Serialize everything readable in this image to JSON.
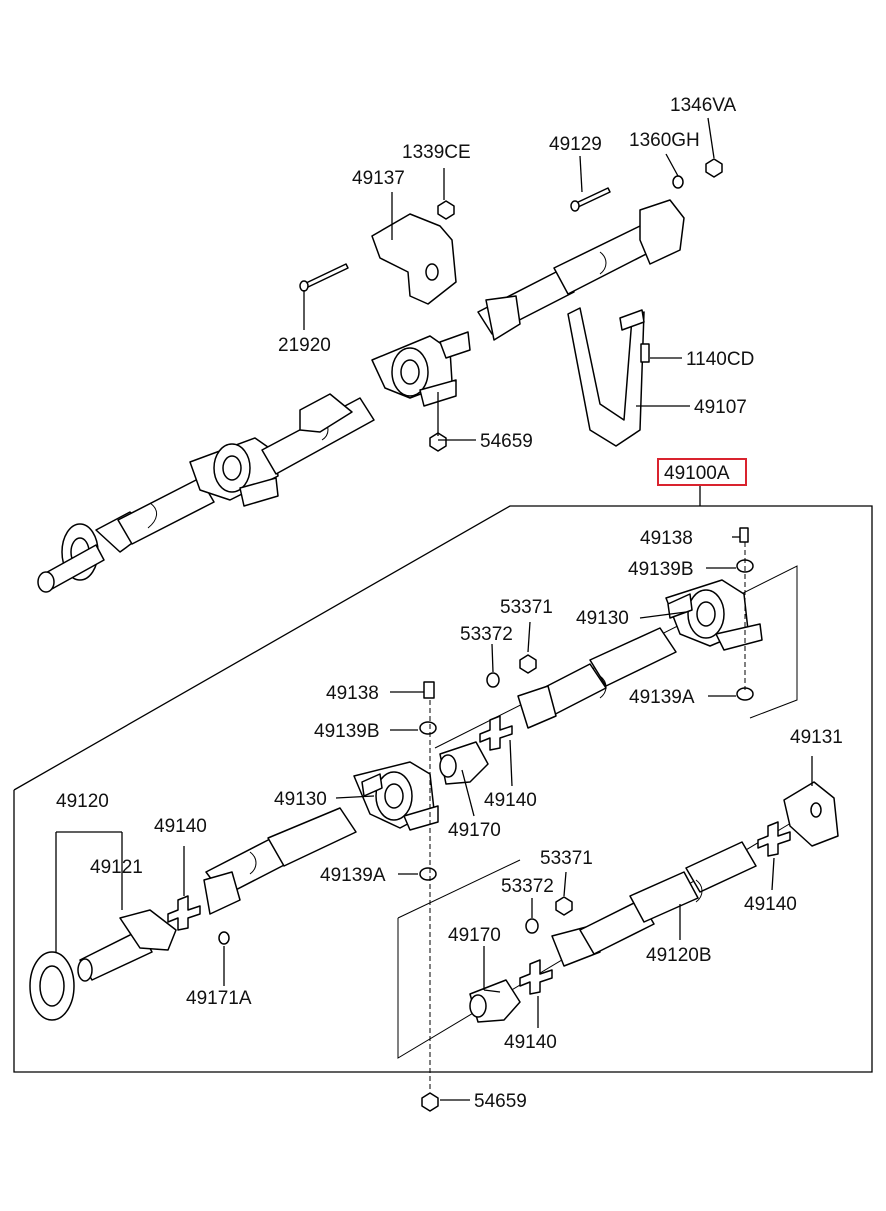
{
  "labels": {
    "l1346VA": "1346VA",
    "l49129": "49129",
    "l1360GH": "1360GH",
    "l1339CE": "1339CE",
    "l49137": "49137",
    "l21920": "21920",
    "l1140CD": "1140CD",
    "l49107": "49107",
    "l54659_top": "54659",
    "l49100A": "49100A",
    "l49138_r": "49138",
    "l49139B_r": "49139B",
    "l53371_r": "53371",
    "l53372_r": "53372",
    "l49130_r": "49130",
    "l49139A_r": "49139A",
    "l49138_l": "49138",
    "l49139B_l": "49139B",
    "l49131": "49131",
    "l49130_l": "49130",
    "l49140_m": "49140",
    "l49170_m": "49170",
    "l49120": "49120",
    "l49140_l": "49140",
    "l49121": "49121",
    "l53371_b": "53371",
    "l49139A_l": "49139A",
    "l53372_b": "53372",
    "l49140_r": "49140",
    "l49170_b": "49170",
    "l49120B": "49120B",
    "l49171A": "49171A",
    "l49140_b": "49140",
    "l54659_bot": "54659"
  },
  "colors": {
    "highlight": "#d9232e",
    "line": "#000000"
  }
}
